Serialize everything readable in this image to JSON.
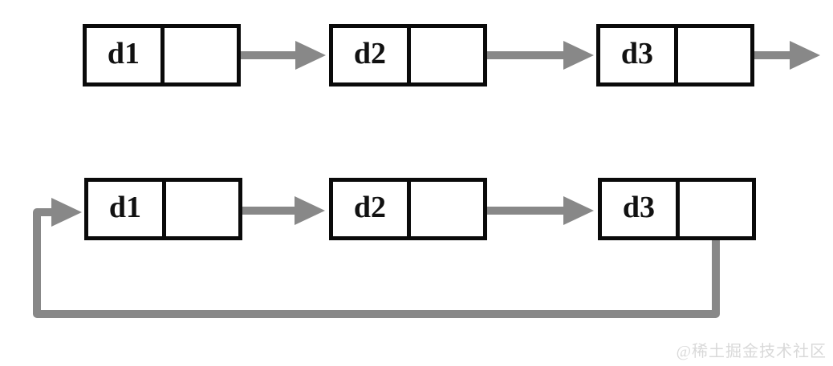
{
  "diagram": {
    "title": "linked-list-diagram",
    "lists": [
      {
        "name": "singly-linked-list",
        "nodes": [
          {
            "label": "d1"
          },
          {
            "label": "d2"
          },
          {
            "label": "d3"
          }
        ],
        "tail_pointer": "points-off-right"
      },
      {
        "name": "circular-linked-list",
        "nodes": [
          {
            "label": "d1"
          },
          {
            "label": "d2"
          },
          {
            "label": "d3"
          }
        ],
        "tail_pointer": "loops-back-to-first-node"
      }
    ],
    "colors": {
      "arrow": "#888888",
      "box_border": "#0a0a0a",
      "label_text": "#111111",
      "background": "#ffffff"
    }
  },
  "watermark": {
    "text": "@稀土掘金技术社区",
    "color": "#d9d9d9"
  }
}
